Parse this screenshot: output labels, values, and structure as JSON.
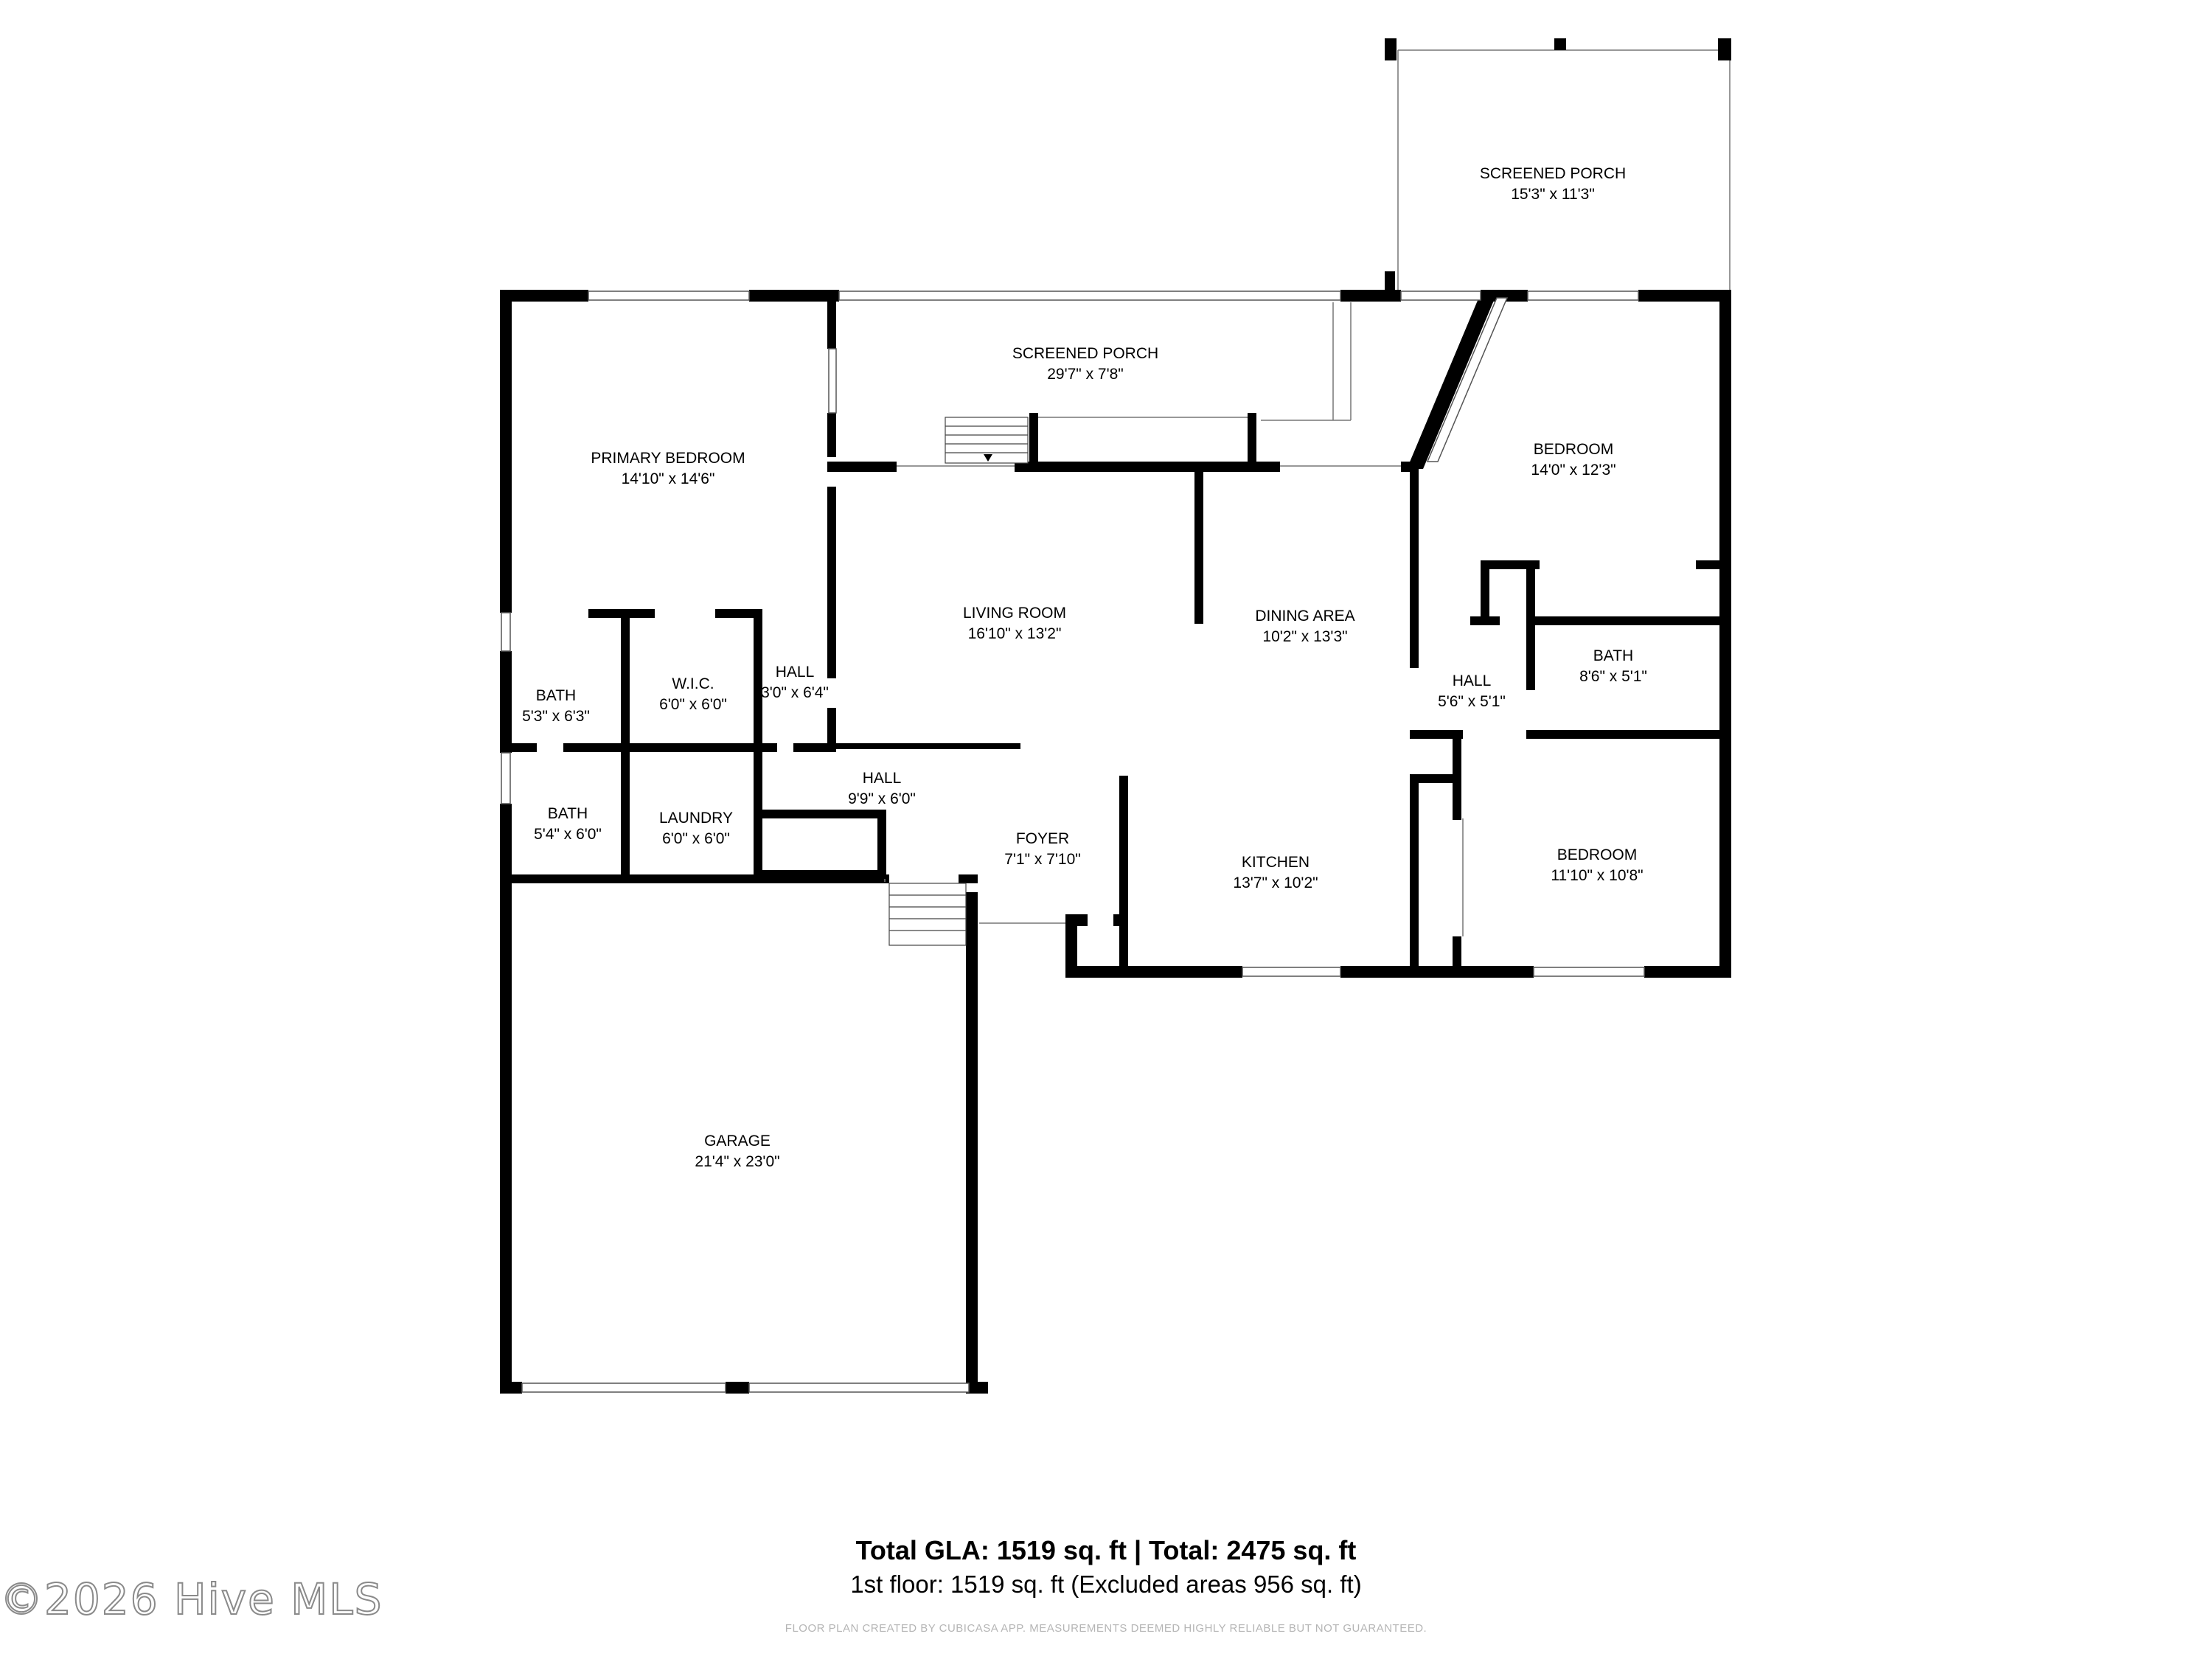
{
  "rooms": {
    "screened_porch_top": {
      "name": "SCREENED PORCH",
      "dims": "15'3\" x 11'3\""
    },
    "screened_porch": {
      "name": "SCREENED PORCH",
      "dims": "29'7\" x 7'8\""
    },
    "primary_bedroom": {
      "name": "PRIMARY BEDROOM",
      "dims": "14'10\" x 14'6\""
    },
    "bedroom_ne": {
      "name": "BEDROOM",
      "dims": "14'0\" x 12'3\""
    },
    "living_room": {
      "name": "LIVING ROOM",
      "dims": "16'10\" x 13'2\""
    },
    "dining_area": {
      "name": "DINING AREA",
      "dims": "10'2\" x 13'3\""
    },
    "bath_e": {
      "name": "BATH",
      "dims": "8'6\" x 5'1\""
    },
    "hall_e": {
      "name": "HALL",
      "dims": "5'6\" x 5'1\""
    },
    "bath_1": {
      "name": "BATH",
      "dims": "5'3\" x 6'3\""
    },
    "wic": {
      "name": "W.I.C.",
      "dims": "6'0\" x 6'0\""
    },
    "hall_small": {
      "name": "HALL",
      "dims": "3'0\" x 6'4\""
    },
    "hall_mid": {
      "name": "HALL",
      "dims": "9'9\" x 6'0\""
    },
    "bath_2": {
      "name": "BATH",
      "dims": "5'4\" x 6'0\""
    },
    "laundry": {
      "name": "LAUNDRY",
      "dims": "6'0\" x 6'0\""
    },
    "foyer": {
      "name": "FOYER",
      "dims": "7'1\" x 7'10\""
    },
    "kitchen": {
      "name": "KITCHEN",
      "dims": "13'7\" x 10'2\""
    },
    "bedroom_se": {
      "name": "BEDROOM",
      "dims": "11'10\" x 10'8\""
    },
    "garage": {
      "name": "GARAGE",
      "dims": "21'4\" x 23'0\""
    }
  },
  "summary": {
    "totals": "Total GLA: 1519 sq. ft | Total: 2475 sq. ft",
    "floor": "1st floor: 1519 sq. ft (Excluded areas 956 sq. ft)"
  },
  "disclaimer": "FLOOR PLAN CREATED BY CUBICASA APP. MEASUREMENTS DEEMED HIGHLY RELIABLE BUT NOT GUARANTEED.",
  "watermark": "©2026 Hive MLS",
  "colors": {
    "wall": "#000000",
    "background": "#ffffff",
    "disclaimer": "#b5b5b5"
  }
}
